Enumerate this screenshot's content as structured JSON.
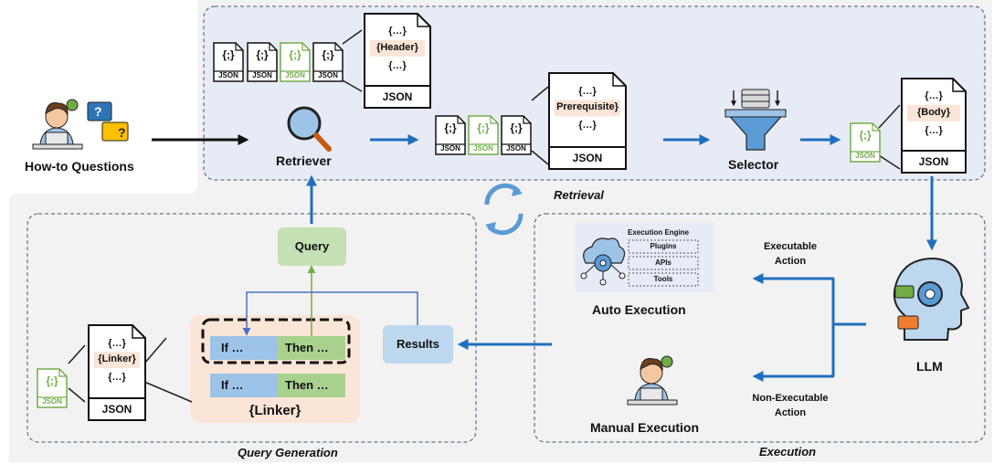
{
  "sections": {
    "retrieval": "Retrieval",
    "query_generation": "Query Generation",
    "execution": "Execution"
  },
  "user": {
    "label": "How-to Questions"
  },
  "retriever": {
    "label": "Retriever"
  },
  "selector": {
    "label": "Selector"
  },
  "llm": {
    "label": "LLM"
  },
  "json_tag": "JSON",
  "json_icon_glyph": "{;}",
  "docs": {
    "header": {
      "top": "{…}",
      "middle": "{Header}",
      "bottom": "{…}",
      "footer": "JSON"
    },
    "prerequisite": {
      "top": "{…}",
      "middle": "Prerequisite}",
      "bottom": "{…}",
      "footer": "JSON"
    },
    "body": {
      "top": "{…}",
      "middle": "{Body}",
      "bottom": "{…}",
      "footer": "JSON"
    },
    "linker": {
      "top": "{…}",
      "middle": "{Linker}",
      "bottom": "{…}",
      "footer": "JSON"
    }
  },
  "query": {
    "label": "Query"
  },
  "results": {
    "label": "Results"
  },
  "linker_panel": {
    "title": "{Linker}",
    "rows": [
      {
        "if": "If …",
        "then": "Then …"
      },
      {
        "if": "If …",
        "then": "Then …"
      }
    ]
  },
  "execution_engine": {
    "title": "Execution Engine",
    "items": [
      "Plugins",
      "APIs",
      "Tools"
    ]
  },
  "auto_execution": {
    "label": "Auto Execution"
  },
  "manual_execution": {
    "label": "Manual Execution"
  },
  "actions": {
    "executable": [
      "Executable",
      "Action"
    ],
    "non_executable": [
      "Non-Executable",
      "Action"
    ]
  },
  "colors": {
    "blue_arrow": "#1f6fbf",
    "retrieval_bg": "#e7ebf5",
    "grey_bg": "#f2f2f2",
    "query_green": "#c5e0b4",
    "results_blue": "#bdd7ee",
    "linker_peach": "#fbe5d6",
    "if_blue": "#9dc3e6",
    "then_green": "#a9d18e",
    "json_green": "#70ad47"
  }
}
